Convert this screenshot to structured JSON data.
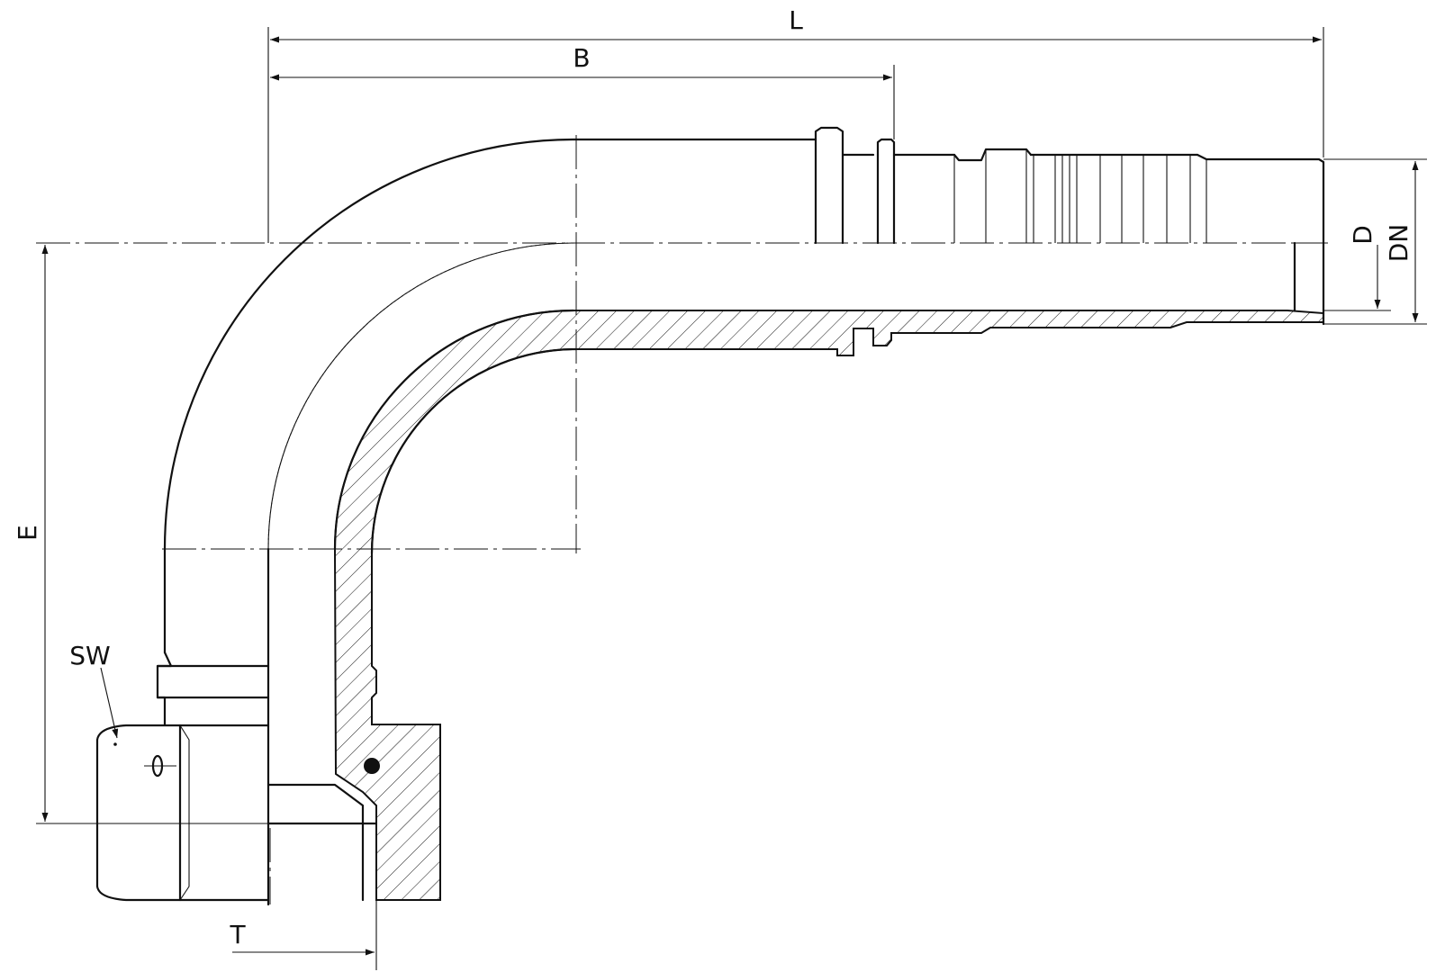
{
  "drawing": {
    "labels": {
      "L": "L",
      "B": "B",
      "E": "E",
      "D": "D",
      "DN": "DN",
      "SW": "SW",
      "T": "T"
    },
    "colors": {
      "line": "#111111",
      "background": "#ffffff"
    }
  }
}
